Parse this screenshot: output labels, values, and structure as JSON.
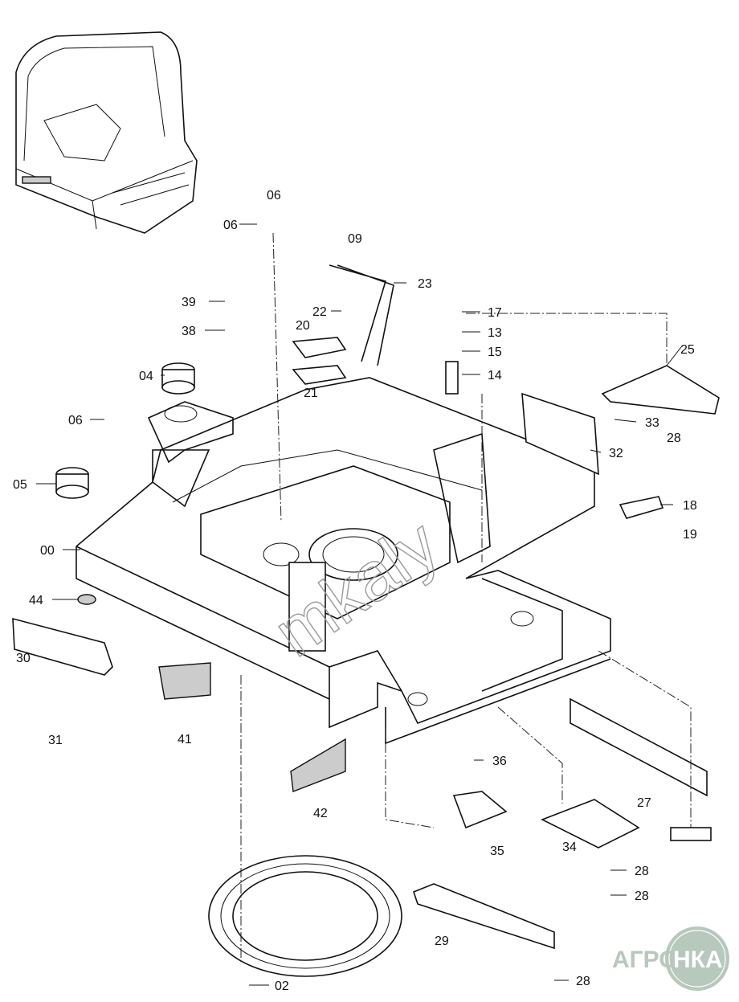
{
  "diagram": {
    "type": "exploded parts diagram",
    "callouts": [
      "06",
      "06",
      "09",
      "23",
      "39",
      "22",
      "17",
      "20",
      "38",
      "13",
      "15",
      "25",
      "04",
      "21",
      "14",
      "06",
      "33",
      "28",
      "32",
      "05",
      "18",
      "19",
      "00",
      "44",
      "30",
      "31",
      "41",
      "36",
      "42",
      "27",
      "35",
      "34",
      "28",
      "28",
      "29",
      "28",
      "02"
    ],
    "watermark": "mkaly",
    "logo": {
      "left": "АГРО",
      "right": "НКА",
      "color": "#b7c8bc"
    }
  }
}
